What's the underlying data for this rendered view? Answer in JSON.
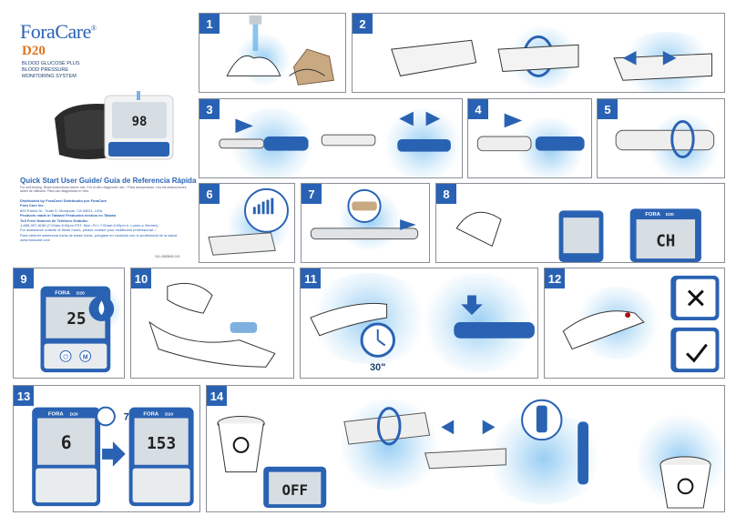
{
  "brand": {
    "name": "ForaCare",
    "reg_mark": "®",
    "model": "D20"
  },
  "subtitle_lines": [
    "BLOOD GLUCOSE PLUS",
    "BLOOD PRESSURE",
    "MONITORING SYSTEM"
  ],
  "quick_start": {
    "title": "Quick Start User Guide/ Guía de Referencia Rápida",
    "note": "For self-testing. Read instructions before use. For in vitro diagnostic use. / Para autopruebas. Lea las instrucciones antes de utilizarlo. Para uso diagnóstico in vitro."
  },
  "distribution": {
    "distributed_by": "Distributed by ForaCare/ Distribuido por ForaCare",
    "company": "Fora Care Inc.",
    "address": "893 Patriot Dr., Suite D, Moorpark, CA 93021, USA",
    "made_in": "Products made in Taiwan/ Productos hechos en Taiwan",
    "toll_free_label": "Toll Free/ Número de Teléfono Gratuito:",
    "toll_free": "1-888-307-8188 (7:00am-6:00pm PST, Mon.-Fri./ 7:00am-6:00pm h. Lunes a Viernes)",
    "support_en": "For assistance outside of these hours, please contact your healthcare professional. /",
    "support_es": "Para obtener asistencia fuera de estas horas, póngase en contacto con el profesional de la salud.",
    "website": "www.foracare.com"
  },
  "part_number": "311-4363500-013",
  "steps": [
    "1",
    "2",
    "3",
    "4",
    "5",
    "6",
    "7",
    "8",
    "9",
    "10",
    "11",
    "12",
    "13",
    "14"
  ],
  "meter_brand": "FORA",
  "meter_model": "D20",
  "meter_buttons": {
    "power": "⏻",
    "memory": "M"
  },
  "bp_display": "98",
  "screens": {
    "step8": "CH",
    "step9": "25",
    "step13_a": "6",
    "step13_b": "153",
    "step14": "OFF"
  },
  "timers": {
    "step11": "30\"",
    "step13": "7\""
  },
  "colors": {
    "accent": "#2a62b3",
    "brand_orange": "#e0731c",
    "glow": "#7fc0ef",
    "border": "#8a8f96"
  },
  "icons": {
    "reject": "cross-icon",
    "accept": "check-icon",
    "biohazard": "biohazard-icon"
  }
}
